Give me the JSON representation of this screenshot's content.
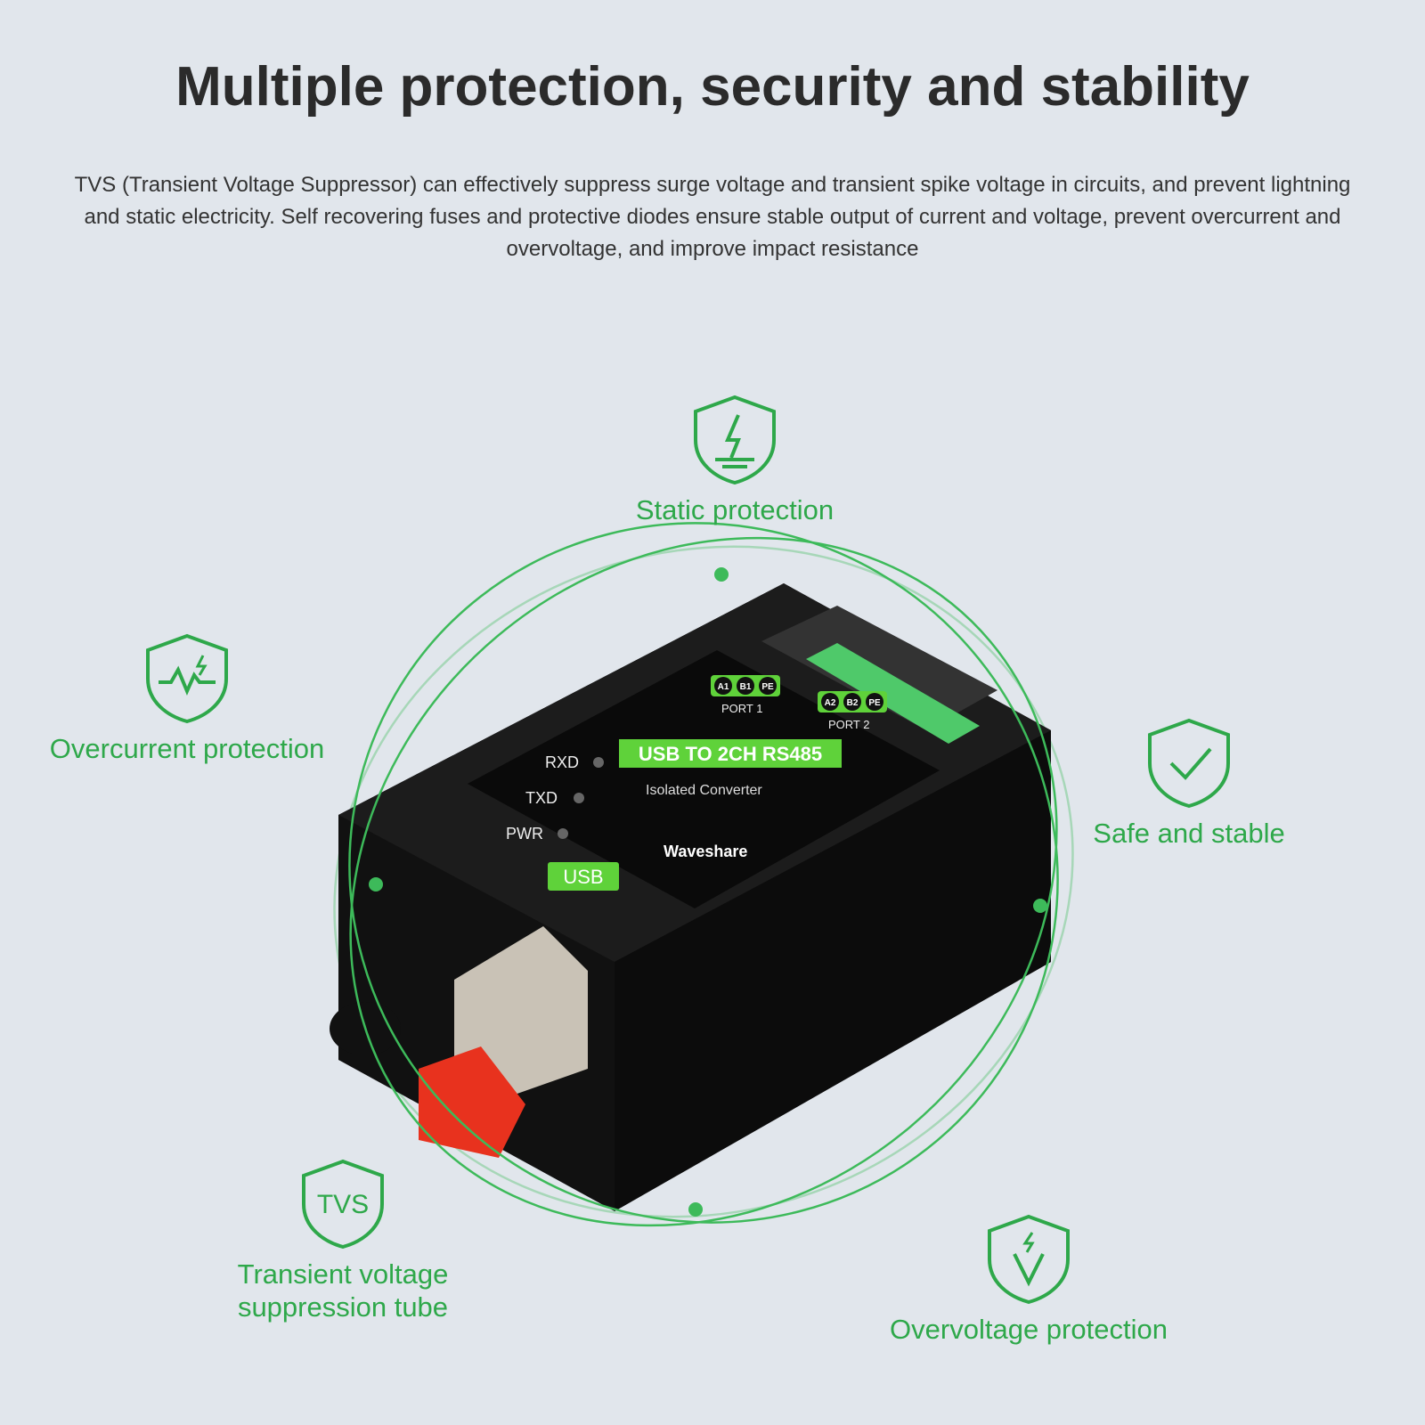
{
  "title": "Multiple protection, security and stability",
  "description": "TVS (Transient Voltage Suppressor) can effectively suppress surge voltage and transient spike voltage in circuits, and prevent lightning and static electricity. Self recovering fuses and protective diodes ensure stable output of current and voltage, prevent overcurrent and overvoltage, and improve impact resistance",
  "accent_color": "#2ea84a",
  "features": [
    {
      "label": "Static protection",
      "icon": "lightning-ground-shield-icon"
    },
    {
      "label": "Overcurrent protection",
      "icon": "pulse-shield-icon"
    },
    {
      "label": "Safe and stable",
      "icon": "check-shield-icon"
    },
    {
      "label": "Transient voltage suppression tube",
      "icon": "tvs-shield-icon",
      "icon_text": "TVS"
    },
    {
      "label": "Overvoltage protection",
      "icon": "voltage-shield-icon"
    }
  ],
  "device": {
    "name": "USB TO 2CH RS485",
    "subtitle": "Isolated Converter",
    "brand": "Waveshare",
    "leds": [
      "RXD",
      "TXD",
      "PWR"
    ],
    "port_labels": [
      "PORT 1",
      "PORT 2"
    ],
    "port1_pins": [
      "A1",
      "B1",
      "PE"
    ],
    "port2_pins": [
      "A2",
      "B2",
      "PE"
    ],
    "usb_label": "USB"
  }
}
